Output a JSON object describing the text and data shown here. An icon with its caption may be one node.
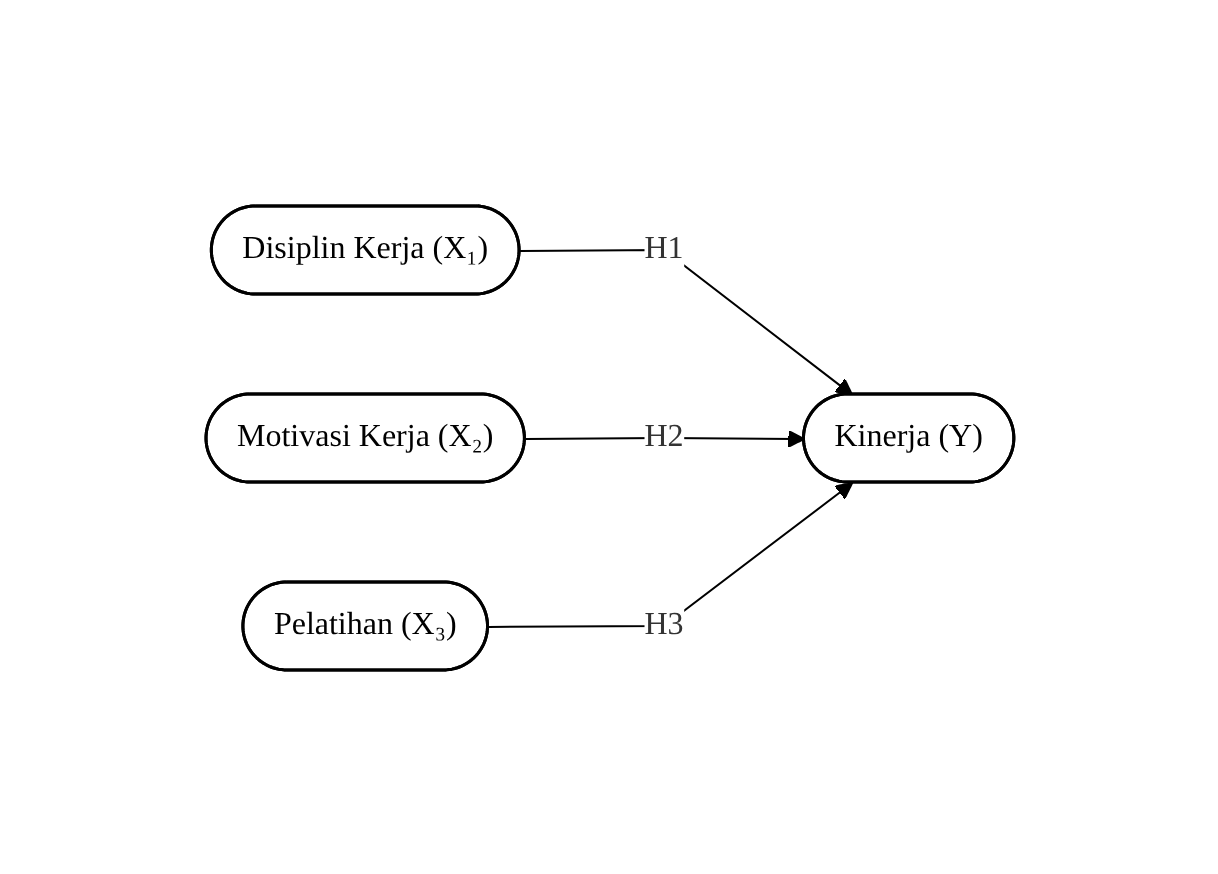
{
  "diagram": {
    "nodes": [
      {
        "text": [
          "Disiplin Kerja (X₁)"
        ]
      },
      {
        "text": [
          "Motivasi Kerja (X₂)"
        ]
      },
      {
        "text": [
          "Pelatihan (X₃)"
        ]
      },
      {
        "text": [
          "Kinerja (Y)"
        ]
      }
    ],
    "edges": [
      {
        "from": 0,
        "to": 3,
        "arrow": "to",
        "label": "H1"
      },
      {
        "from": 1,
        "to": 3,
        "arrow": "to",
        "label": "H2"
      },
      {
        "from": 2,
        "to": 3,
        "arrow": "to",
        "label": "H3"
      }
    ]
  }
}
